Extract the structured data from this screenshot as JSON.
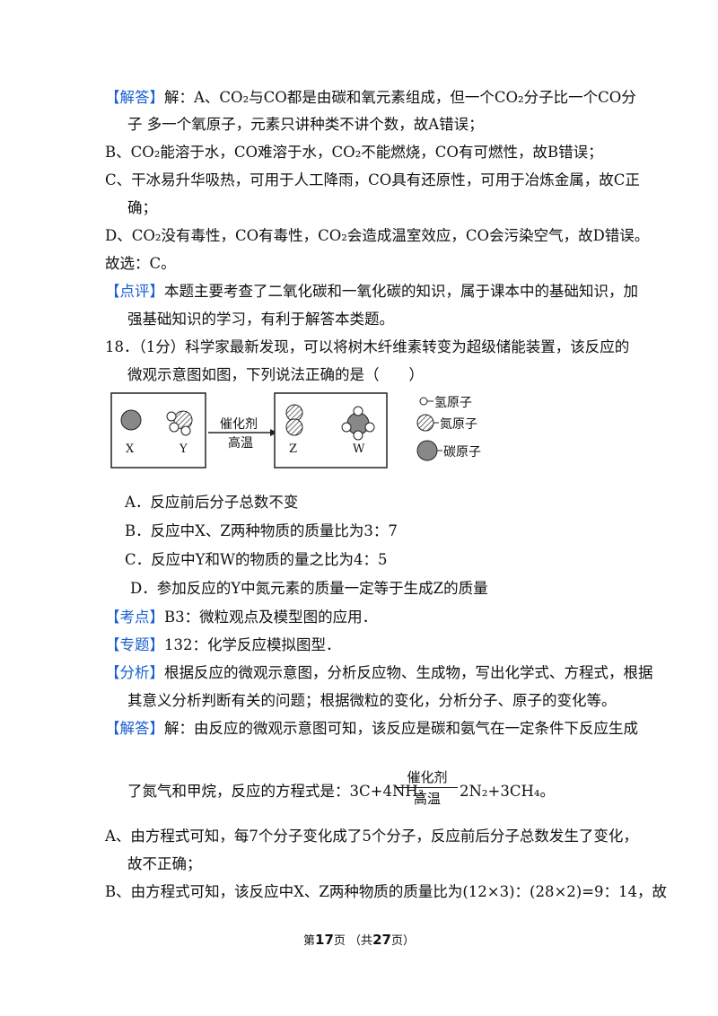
{
  "q17": {
    "answer_tag": "【解答】",
    "answer_a_line1": "解：A、CO₂与CO都是由碳和氧元素组成，但一个CO₂分子比一个CO分",
    "answer_a_line2": "子  多一个氧原子，元素只讲种类不讲个数，故A错误；",
    "answer_b": "B、CO₂能溶于水，CO难溶于水，CO₂不能燃烧，CO有可燃性，故B错误；",
    "answer_c_line1": "C、干冰易升华吸热，可用于人工降雨，CO具有还原性，可用于冶炼金属，故C正",
    "answer_c_line2": "确；",
    "answer_d": "D、CO₂没有毒性，CO有毒性，CO₂会造成温室效应，CO会污染空气，故D错误。",
    "choose": "故选：C。",
    "comment_tag": "【点评】",
    "comment_line1": "本题主要考查了二氧化碳和一氧化碳的知识，属于课本中的基础知识，加",
    "comment_line2": "强基础知识的学习，有利于解答本类题。"
  },
  "q18": {
    "stem_line1": "18．（1分）科学家最新发现，可以将树木纤维素转变为超级储能装置，该反应的",
    "stem_line2": "微观示意图如图，下列说法正确的是（　　）",
    "figure": {
      "reactant_labels": [
        "X",
        "Y"
      ],
      "product_labels": [
        "Z",
        "W"
      ],
      "arrow_top": "催化剂",
      "arrow_bottom": "高温",
      "legend": [
        "氢原子",
        "氮原子",
        "碳原子"
      ]
    },
    "options": [
      "A．反应前后分子总数不变",
      "B．反应中X、Z两种物质的质量比为3：7",
      "C．反应中Y和W的物质的量之比为4：5",
      "D．参加反应的Y中氮元素的质量一定等于生成Z的质量"
    ],
    "kaodian_tag": "【考点】",
    "kaodian": "B3：微粒观点及模型图的应用．",
    "zhuanti_tag": "【专题】",
    "zhuanti": "132：化学反应模拟图型．",
    "fenxi_tag": "【分析】",
    "fenxi_line1": "根据反应的微观示意图，分析反应物、生成物，写出化学式、方程式，根据",
    "fenxi_line2": "其意义分析判断有关的问题；根据微粒的变化，分析分子、原子的变化等。",
    "answer_tag": "【解答】",
    "answer_line1": "解：由反应的微观示意图可知，该反应是碳和氨气在一定条件下反应生成",
    "answer_line2_pre": "了氮气和甲烷，反应的方程式是：3C+4NH₃",
    "eq_top": "催化剂",
    "eq_bottom": "高温",
    "answer_line2_post": "2N₂+3CH₄。",
    "ans_a_line1": "A、由方程式可知，每7个分子变化成了5个分子，反应前后分子总数发生了变化，",
    "ans_a_line2": "故不正确；",
    "ans_b_line1": "B、由方程式可知，该反应中X、Z两种物质的质量比为(12×3)：(28×2)=9：14，故"
  },
  "footer": {
    "pre": "第",
    "page": "17",
    "mid": "页  （共",
    "total": "27",
    "post": "页）"
  }
}
